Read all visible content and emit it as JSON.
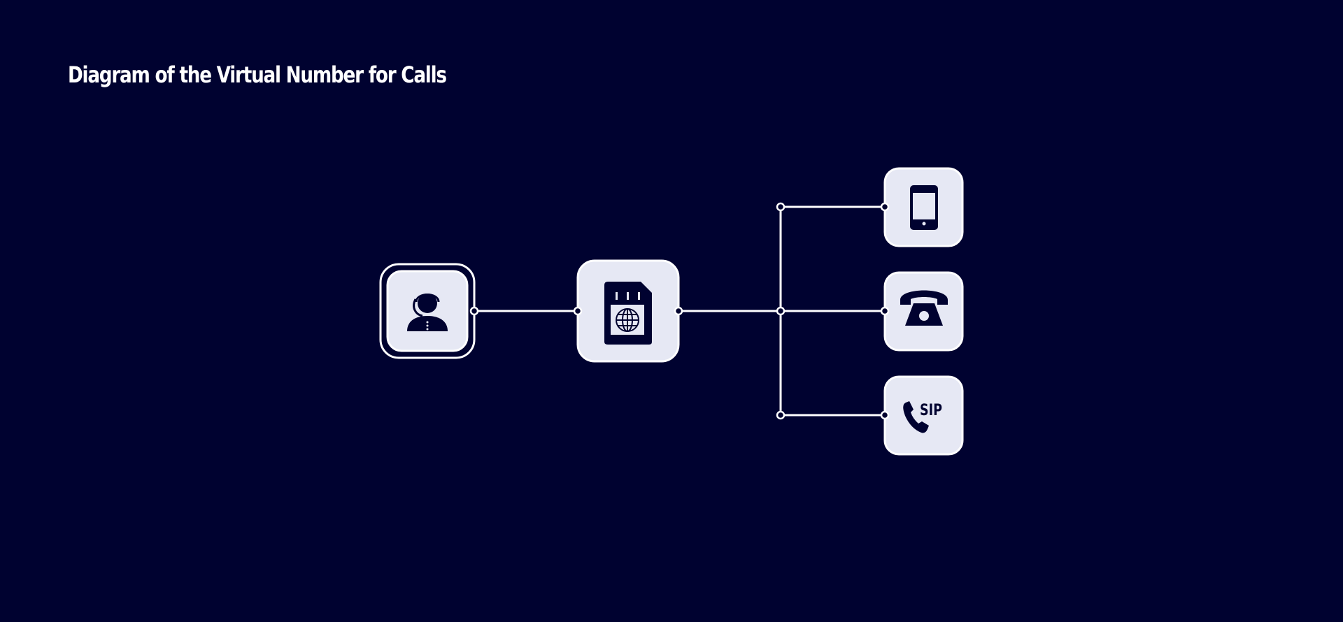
{
  "title": "Diagram of the Virtual Number for Calls",
  "colors": {
    "background": "#000230",
    "node_fill": "#e6e8f4",
    "node_border": "#ffffff",
    "line": "#ffffff",
    "icon": "#000230"
  },
  "nodes": [
    {
      "id": "operator",
      "icon": "call-center-agent-icon"
    },
    {
      "id": "virtual-number",
      "icon": "virtual-sim-card-icon"
    },
    {
      "id": "mobile-phone",
      "icon": "smartphone-icon"
    },
    {
      "id": "landline-phone",
      "icon": "telephone-icon"
    },
    {
      "id": "sip-phone",
      "icon": "sip-phone-icon",
      "label": "SIP"
    }
  ],
  "edges": [
    {
      "from": "operator",
      "to": "virtual-number"
    },
    {
      "from": "virtual-number",
      "to": "mobile-phone"
    },
    {
      "from": "virtual-number",
      "to": "landline-phone"
    },
    {
      "from": "virtual-number",
      "to": "sip-phone"
    }
  ]
}
